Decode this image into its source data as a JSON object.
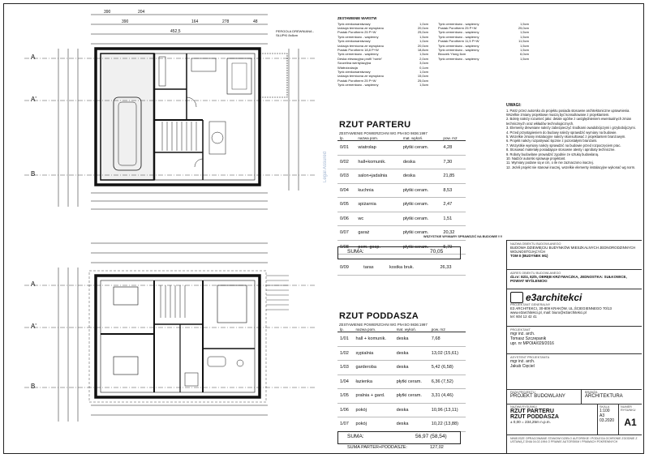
{
  "ground_floor": {
    "title": "RZUT PARTERU",
    "standard_note": "ZESTAWIENIE POWIERZCHNI WG PN-ISO 9836:1997",
    "headers": {
      "no": "lp.",
      "name": "nazwa pom.",
      "material": "mat. wykoń.",
      "area": "pow. m2"
    },
    "rooms": [
      {
        "no": "0/01",
        "name": "wiatrołap",
        "material": "płytki ceram.",
        "area": "4,28"
      },
      {
        "no": "0/02",
        "name": "hall+komunik.",
        "material": "deska",
        "area": "7,30"
      },
      {
        "no": "0/03",
        "name": "salon+jadalnia",
        "material": "deska",
        "area": "21,85"
      },
      {
        "no": "0/04",
        "name": "kuchnia",
        "material": "płytki ceram.",
        "area": "8,53"
      },
      {
        "no": "0/05",
        "name": "spiżarnia",
        "material": "płytki ceram.",
        "area": "2,47"
      },
      {
        "no": "0/06",
        "name": "wc",
        "material": "płytki ceram.",
        "area": "1,51"
      },
      {
        "no": "0/07",
        "name": "garaż",
        "material": "płytki ceram.",
        "area": "20,32"
      },
      {
        "no": "0/08",
        "name": "pom. gosp.",
        "material": "płytki ceram.",
        "area": "5,79"
      }
    ],
    "sum_label": "SUMA:",
    "sum_value": "70,05",
    "terrace": {
      "no": "0/09",
      "name": "taras",
      "material": "kostka bruk.",
      "area": "26,33"
    },
    "footer_note": "WSZYSTKIE WYMIARY SPRAWDZIĆ NA BUDOWIE !!!!"
  },
  "upper_floor": {
    "title": "RZUT PODDASZA",
    "standard_note": "ZESTAWIENIE POWIERZCHNI WG PN-ISO 9836:1997",
    "headers": {
      "no": "lp.",
      "name": "nazwa pom.",
      "material": "mat. wykoń.",
      "area": "pow. m2"
    },
    "rooms": [
      {
        "no": "1/01",
        "name": "hall + komunik.",
        "material": "deska",
        "area": "7,68"
      },
      {
        "no": "1/02",
        "name": "sypialnia",
        "material": "deska",
        "area": "13,02 (15,61)"
      },
      {
        "no": "1/03",
        "name": "garderoba",
        "material": "deska",
        "area": "5,42 (6,58)"
      },
      {
        "no": "1/04",
        "name": "łazienka",
        "material": "płytki ceram.",
        "area": "6,36 (7,52)"
      },
      {
        "no": "1/05",
        "name": "pralnia + gard.",
        "material": "płytki ceram.",
        "area": "3,31 (4,46)"
      },
      {
        "no": "1/06",
        "name": "pokój",
        "material": "deska",
        "area": "10,96 (13,11)"
      },
      {
        "no": "1/07",
        "name": "pokój",
        "material": "deska",
        "area": "10,22 (13,88)"
      }
    ],
    "sum_label": "SUMA:",
    "sum_value": "56,97 (58,54)",
    "total_label": "SUMA PARTER+PODDASZE:",
    "total_value": "127,02"
  },
  "materials_legend": {
    "heading": "ZESTAWIENIE WARSTW",
    "left": [
      [
        "Tynk cienkowarstwowy",
        "1,0cm"
      ],
      [
        "Izolacja termiczna ze styropianu",
        "20,0cm"
      ],
      [
        "Pustak Porotherm 25 P+W",
        "25,0cm"
      ],
      [
        "Tynk cementowo - wapienny",
        "1,5cm"
      ],
      [
        "Tynk cienkowarstwowy",
        "1,0cm"
      ],
      [
        "Izolacja termiczna ze styropianu",
        "20,0cm"
      ],
      [
        "Pustak Porotherm 18,8 P+W",
        "18,8cm"
      ],
      [
        "Tynk cementowo - wapienny",
        "1,5cm"
      ],
      [
        "Deska elewacyjna profil \"romb\"",
        "2,0cm"
      ],
      [
        "Szczelina wentylacyjna",
        "3,0cm"
      ],
      [
        "Wiatroizolacja",
        "0,1cm"
      ],
      [
        "Tynk cienkowarstwowy",
        "1,0cm"
      ],
      [
        "Izolacja termiczna ze styropianu",
        "15,0cm"
      ],
      [
        "Pustak Porotherm 25 P+W",
        "25,0cm"
      ],
      [
        "Tynk cementowo - wapienny",
        "1,5cm"
      ]
    ],
    "right": [
      [
        "Tynk cementowo - wapienny",
        "1,5cm"
      ],
      [
        "Pustak Porotherm 25 P+W",
        "25,0cm"
      ],
      [
        "Tynk cementowo - wapienny",
        "1,5cm"
      ],
      [
        "Tynk cementowo - wapienny",
        "1,5cm"
      ],
      [
        "Pustak Porotherm 11,5 P+W",
        "11,5cm"
      ],
      [
        "Tynk cementowo - wapienny",
        "1,5cm"
      ],
      [
        "Tynk cementowo - wapienny",
        "1,5cm"
      ],
      [
        "Bloczek Ytong 6cm",
        "6,0cm"
      ],
      [
        "Tynk cementowo - wapienny",
        "1,5cm"
      ]
    ]
  },
  "notes": {
    "title": "UWAGI:",
    "items": [
      "1. Patrz przez autorsko do projektu posiada stosowne architektoniczne uprawnienia. Wszelkie zmiany projektowe muszą być konsultowane z projektantem.",
      "2. Bolety należy rozumieć jako: detale ogólne z uwzględnieniem ewentualnych zmian technicznych oraz wkładów technologicznych.",
      "3. Elementy drewniane należy zabezpieczyć środkami owadobójczymi i grzybobójczymi.",
      "4. Przed przystąpieniem do budowy należy sprawdzić wymiary na budowie.",
      "5. Wszelkie zmiany instalacyjne należy skonsultować z projektantem branżowym.",
      "6. Projekt należy rozpatrywać łącznie z pozostałymi branżami.",
      "7. Wszystkie wymiary należy sprawdzić na budowie przed rozpoczęciem prac.",
      "8. Stosować materiały posiadające stosowne atesty i aprobaty techniczne.",
      "9. Roboty budowlane prowadzić zgodnie ze sztuką budowlaną.",
      "10. Nadzór autorski sprawuje projektant.",
      "11. Wymiary podane są w cm, o ile nie zaznaczono inaczej.",
      "12. Jeżeli projekt nie stanowi inaczej, wszelkie elementy instalacyjne wykonać wg norm."
    ]
  },
  "title_block": {
    "object_label": "NAZWA OBIEKTU BUDOWLANEGO",
    "object_value": "BUDOWA DZIEWIĘCIU BUDYNKÓW MIESZKALNYCH JEDNORODZINNYCH WOLNOSTOJĄCYCH",
    "object_sub": "TOM II (BUDYNEK M1)",
    "address_label": "ADRES OBIEKTU BUDOWLANEGO",
    "address_value": "dz.nr: 82/4, 82/5, OBRĘB KRZYWACZKA, JEDNOSTKA: SUŁKOWICE, POWIAT MYŚLENICKI",
    "logo_text": "e3architekci",
    "company_label": "PROJEKTANT GENERALNY",
    "company_value": "E3 ARCHITEKCI, 30-809 KRAKÓW, UL.ŚCIEGIENNEGO 70/13",
    "company_web": "www.e3architekci.pl, mail: biuro@e3architekci.pl",
    "company_tel": "tel: 604 12 42 41",
    "designer_label": "PROJEKTANT",
    "designer_name": "mgr inż. arch.",
    "designer_full": "Tomasz Szczepanik",
    "designer_perm": "upr. nr MPOIA/029/2016",
    "assistant_label": "ASYSTENT PROJEKTANTA",
    "assistant_name": "mgr inż. arch.",
    "assistant_full": "Jakub Cięciel",
    "phase_label": "FAZA PROJEKTU",
    "phase_value": "PROJEKT BUDOWLANY",
    "branch_label": "BRANŻA",
    "branch_value": "ARCHITEKTURA",
    "sheet_label": "NAZWA RYSUNKU",
    "sheet_title1": "RZUT PARTERU",
    "sheet_title2": "RZUT PODDASZA",
    "level": "± 0,00 = 234,25m n.p.m.",
    "scale_label": "SKALA",
    "scale_value": "1:100",
    "format_value": "A3",
    "date_value": "03.2020",
    "number_label": "NUMER RYSUNKU",
    "number_value": "A1",
    "copyright": "NINIEJSZE OPRACOWANIE STANOWI DZIEŁO AUTORSKIE I PODLEGA OCHRONIE ZGODNIE Z USTAWĄ Z DNIA 04.02.1994 O PRAWIE AUTORSKIM I PRAWACH POKREWNYCH"
  },
  "plan_labels": {
    "axisA": "A",
    "axisAp": "A'",
    "axisB": "B",
    "top_dims": [
      "390",
      "204",
      "452,5",
      "390",
      "164",
      "278",
      "48"
    ],
    "pergola": "PERGOLA DREWNIANA - SŁUPKI 8x8cm",
    "watermark": "Legal Assured"
  }
}
